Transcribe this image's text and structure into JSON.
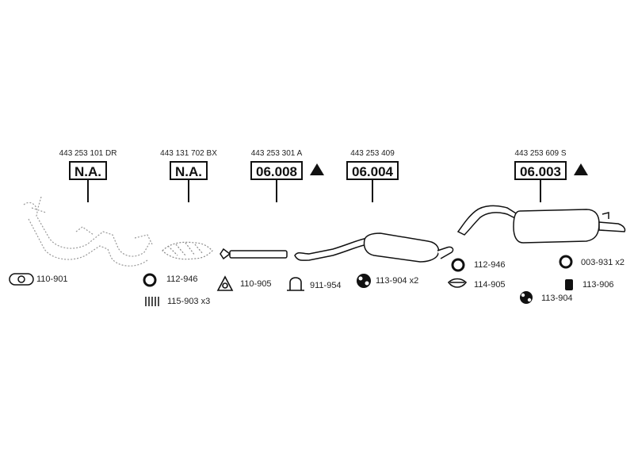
{
  "assemblies": [
    {
      "oe": "443 253 101 DR",
      "ref": "N.A.",
      "warning": false
    },
    {
      "oe": "443 131 702 BX",
      "ref": "N.A.",
      "warning": false
    },
    {
      "oe": "443 253 301 A",
      "ref": "06.008",
      "warning": true
    },
    {
      "oe": "443 253 409",
      "ref": "06.004",
      "warning": false
    },
    {
      "oe": "443 253 609 S",
      "ref": "06.003",
      "warning": true
    }
  ],
  "parts": [
    {
      "label": "110-901",
      "icon": "flange-gasket-icon"
    },
    {
      "label": "112-946",
      "icon": "ring-gasket-icon"
    },
    {
      "label": "115-903 x3",
      "icon": "spring-icon"
    },
    {
      "label": "110-905",
      "icon": "triangle-gasket-icon"
    },
    {
      "label": "911-954",
      "icon": "u-clamp-icon"
    },
    {
      "label": "113-904 x2",
      "icon": "rubber-hanger-icon"
    },
    {
      "label": "112-946",
      "icon": "ring-gasket-icon"
    },
    {
      "label": "114-905",
      "icon": "band-clamp-icon"
    },
    {
      "label": "113-904",
      "icon": "rubber-hanger-icon"
    },
    {
      "label": "003-931 x2",
      "icon": "ring-gasket-icon"
    },
    {
      "label": "113-906",
      "icon": "rubber-mount-icon"
    }
  ]
}
